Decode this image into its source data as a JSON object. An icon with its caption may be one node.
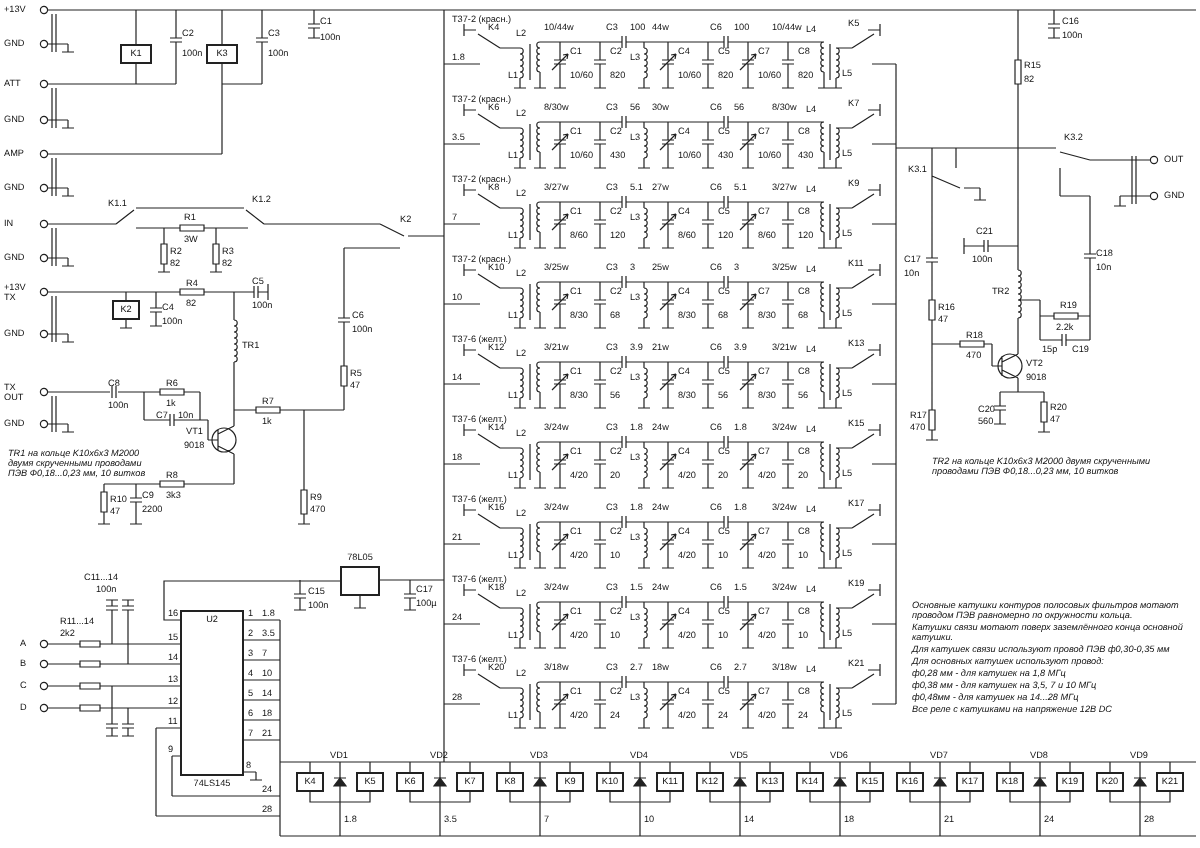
{
  "diagram": {
    "nodes": [
      {
        "text": [
          "K1"
        ]
      },
      {
        "text": [
          "K3"
        ]
      },
      {
        "text": [
          "K2"
        ]
      },
      {
        "text": [
          "U2"
        ],
        "beside": [
          "74LS145"
        ]
      },
      {
        "text": [],
        "shape": "box",
        "beside": [
          "78L05"
        ]
      },
      {
        "text": [
          "K4"
        ]
      },
      {
        "text": [
          "K5"
        ]
      },
      {
        "text": [
          "K6"
        ]
      },
      {
        "text": [
          "K7"
        ]
      },
      {
        "text": [
          "K8"
        ]
      },
      {
        "text": [
          "K9"
        ]
      },
      {
        "text": [
          "K10"
        ]
      },
      {
        "text": [
          "K11"
        ]
      },
      {
        "text": [
          "K12"
        ]
      },
      {
        "text": [
          "K13"
        ]
      },
      {
        "text": [
          "K14"
        ]
      },
      {
        "text": [
          "K15"
        ]
      },
      {
        "text": [
          "K16"
        ]
      },
      {
        "text": [
          "K17"
        ]
      },
      {
        "text": [
          "K18"
        ]
      },
      {
        "text": [
          "K19"
        ]
      },
      {
        "text": [
          "K20"
        ]
      },
      {
        "text": [
          "K21"
        ]
      }
    ],
    "labels": [
      "+13V",
      "GND",
      "ATT",
      "GND",
      "AMP",
      "GND",
      "IN",
      "GND",
      "+13V TX",
      "GND",
      "TX OUT",
      "GND",
      "C2",
      "100n",
      "C3",
      "100n",
      "C1",
      "100n",
      "K1.1",
      "K1.2",
      "R1",
      "3W",
      "R2",
      "82",
      "R3",
      "82",
      "K2",
      "R4",
      "C5",
      "C4",
      "82",
      "100n",
      "100n",
      "TR1",
      "C6",
      "100n",
      "R5",
      "C8",
      "R6",
      "47",
      "100n",
      "1k",
      "R7",
      "C7",
      "10n",
      "1k",
      "VT1",
      "9018",
      "TR1 на кольце K10x6x3 M2000 двумя скрученными проводами ПЭВ Ф0,18...0,23 мм, 10 витков",
      "R8",
      "3k3",
      "R10",
      "47",
      "C9",
      "2200",
      "R9",
      "470",
      "C11...14",
      "100n",
      "C15",
      "100n",
      "C17",
      "100µ",
      "R11...14",
      "2k2",
      "A",
      "B",
      "C",
      "D",
      "16",
      "15",
      "14",
      "13",
      "12",
      "11",
      "9",
      "8",
      "1",
      "2",
      "3",
      "4",
      "5",
      "6",
      "7",
      "1.8",
      "3.5",
      "7",
      "10",
      "14",
      "18",
      "21",
      "24",
      "28",
      "T37-2 (красн.)",
      "K4",
      "1.8",
      "10/44w",
      "L2",
      "L1",
      "C1",
      "10/60",
      "C2",
      "820",
      "C3",
      "100",
      "L3",
      "44w",
      "C4",
      "10/60",
      "C5",
      "820",
      "C6",
      "100",
      "C7",
      "10/60",
      "C8",
      "820",
      "L4",
      "L5",
      "10/44w",
      "K5",
      "T37-2 (красн.)",
      "K6",
      "3.5",
      "8/30w",
      "L2",
      "L1",
      "C1",
      "10/60",
      "C2",
      "430",
      "C3",
      "56",
      "L3",
      "30w",
      "C4",
      "10/60",
      "C5",
      "430",
      "C6",
      "56",
      "C7",
      "10/60",
      "C8",
      "430",
      "L4",
      "L5",
      "8/30w",
      "K7",
      "T37-2 (красн.)",
      "K8",
      "7",
      "3/27w",
      "L2",
      "L1",
      "C1",
      "8/60",
      "C2",
      "120",
      "C3",
      "5.1",
      "L3",
      "27w",
      "C4",
      "8/60",
      "C5",
      "120",
      "C6",
      "5.1",
      "C7",
      "8/60",
      "C8",
      "120",
      "L4",
      "L5",
      "3/27w",
      "K9",
      "T37-2 (красн.)",
      "K10",
      "10",
      "3/25w",
      "L2",
      "L1",
      "C1",
      "8/30",
      "C2",
      "68",
      "C3",
      "3",
      "L3",
      "25w",
      "C4",
      "8/30",
      "C5",
      "68",
      "C6",
      "3",
      "C7",
      "8/30",
      "C8",
      "68",
      "L4",
      "L5",
      "3/25w",
      "K11",
      "T37-6 (желт.)",
      "K12",
      "14",
      "3/21w",
      "L2",
      "L1",
      "C1",
      "8/30",
      "C2",
      "56",
      "C3",
      "3.9",
      "L3",
      "21w",
      "C4",
      "8/30",
      "C5",
      "56",
      "C6",
      "3.9",
      "C7",
      "8/30",
      "C8",
      "56",
      "L4",
      "L5",
      "3/21w",
      "K13",
      "T37-6 (желт.)",
      "K14",
      "18",
      "3/24w",
      "L2",
      "L1",
      "C1",
      "4/20",
      "C2",
      "20",
      "C3",
      "1.8",
      "L3",
      "24w",
      "C4",
      "4/20",
      "C5",
      "20",
      "C6",
      "1.8",
      "C7",
      "4/20",
      "C8",
      "20",
      "L4",
      "L5",
      "3/24w",
      "K15",
      "T37-6 (желт.)",
      "K16",
      "21",
      "3/24w",
      "L2",
      "L1",
      "C1",
      "4/20",
      "C2",
      "10",
      "C3",
      "1.8",
      "L3",
      "24w",
      "C4",
      "4/20",
      "C5",
      "10",
      "C6",
      "1.8",
      "C7",
      "4/20",
      "C8",
      "10",
      "L4",
      "L5",
      "3/24w",
      "K17",
      "T37-6 (желт.)",
      "K18",
      "24",
      "3/24w",
      "L2",
      "L1",
      "C1",
      "4/20",
      "C2",
      "10",
      "C3",
      "1.5",
      "L3",
      "24w",
      "C4",
      "4/20",
      "C5",
      "10",
      "C6",
      "1.5",
      "C7",
      "4/20",
      "C8",
      "10",
      "L4",
      "L5",
      "3/24w",
      "K19",
      "T37-6 (желт.)",
      "K20",
      "28",
      "3/18w",
      "L2",
      "L1",
      "C1",
      "4/20",
      "C2",
      "24",
      "C3",
      "2.7",
      "L3",
      "18w",
      "C4",
      "4/20",
      "C5",
      "24",
      "C6",
      "2.7",
      "C7",
      "4/20",
      "C8",
      "24",
      "L4",
      "L5",
      "3/18w",
      "K21",
      "C16",
      "100n",
      "R15",
      "82",
      "K3.1",
      "K3.2",
      "OUT",
      "GND",
      "C21",
      "C17",
      "100n",
      "10n",
      "TR2",
      "C18",
      "10n",
      "R16",
      "47",
      "R18",
      "470",
      "R19",
      "2.2k",
      "15p",
      "C19",
      "VT2",
      "9018",
      "R17",
      "470",
      "C20",
      "560",
      "R20",
      "47",
      "TR2 на кольце K10x6x3 M2000 двумя скрученными проводами ПЭВ Ф0,18...0,23 мм, 10 витков",
      "VD1",
      "VD2",
      "VD3",
      "VD4",
      "VD5",
      "VD6",
      "VD7",
      "VD8",
      "VD9",
      "1.8",
      "3.5",
      "7",
      "10",
      "14",
      "18",
      "21",
      "24",
      "28",
      "Основные катушки контуров полосовых фильтров мотают проводом ПЭВ равномерно по окружности кольца.",
      "Катушки связи мотают поверх заземлённого конца основной катушки.",
      "Для катушек связи используют провод ПЭВ ф0,30-0,35 мм",
      "Для основных катушек используют провод:",
      "ф0,28 мм - для катушек на 1,8 МГц",
      "ф0,38 мм - для катушек на 3,5, 7 и 10 МГц",
      "ф0,48мм - для катушек на 14...28 МГц",
      "Все реле с катушками на напряжение 12В DC"
    ],
    "edges": [
      {
        "from": 3,
        "to": 4,
        "arrow": "none"
      },
      {
        "from": 5,
        "to": 6,
        "arrow": "none"
      },
      {
        "from": 7,
        "to": 8,
        "arrow": "none"
      },
      {
        "from": 9,
        "to": 10,
        "arrow": "none"
      },
      {
        "from": 11,
        "to": 12,
        "arrow": "none"
      },
      {
        "from": 13,
        "to": 14,
        "arrow": "none"
      },
      {
        "from": 15,
        "to": 16,
        "arrow": "none"
      },
      {
        "from": 17,
        "to": 18,
        "arrow": "none"
      },
      {
        "from": 19,
        "to": 20,
        "arrow": "none"
      },
      {
        "from": 21,
        "to": 22,
        "arrow": "none"
      }
    ]
  }
}
